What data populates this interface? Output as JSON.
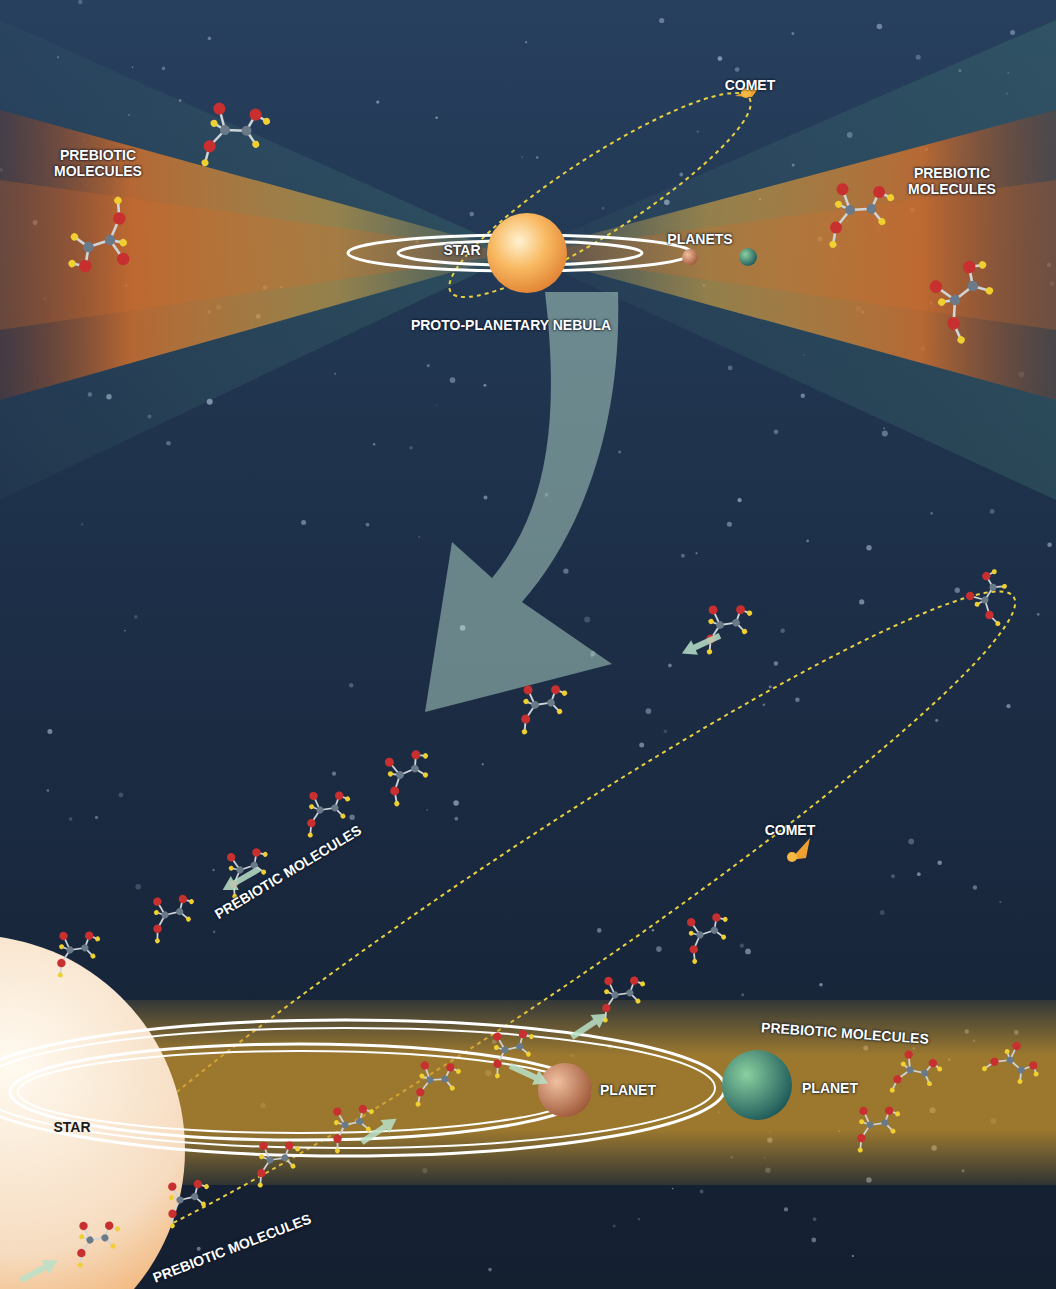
{
  "diagram": {
    "labels": [
      "PREBIOTIC MOLECULES",
      "COMET",
      "PREBIOTIC MOLECULES",
      "STAR",
      "PLANETS",
      "PROTO-PLANETARY NEBULA",
      "PREBIOTIC MOLECULES",
      "COMET",
      "PREBIOTIC MOLECULES",
      "PLANET",
      "PLANET",
      "STAR",
      "PREBIOTIC MOLECULES"
    ]
  }
}
